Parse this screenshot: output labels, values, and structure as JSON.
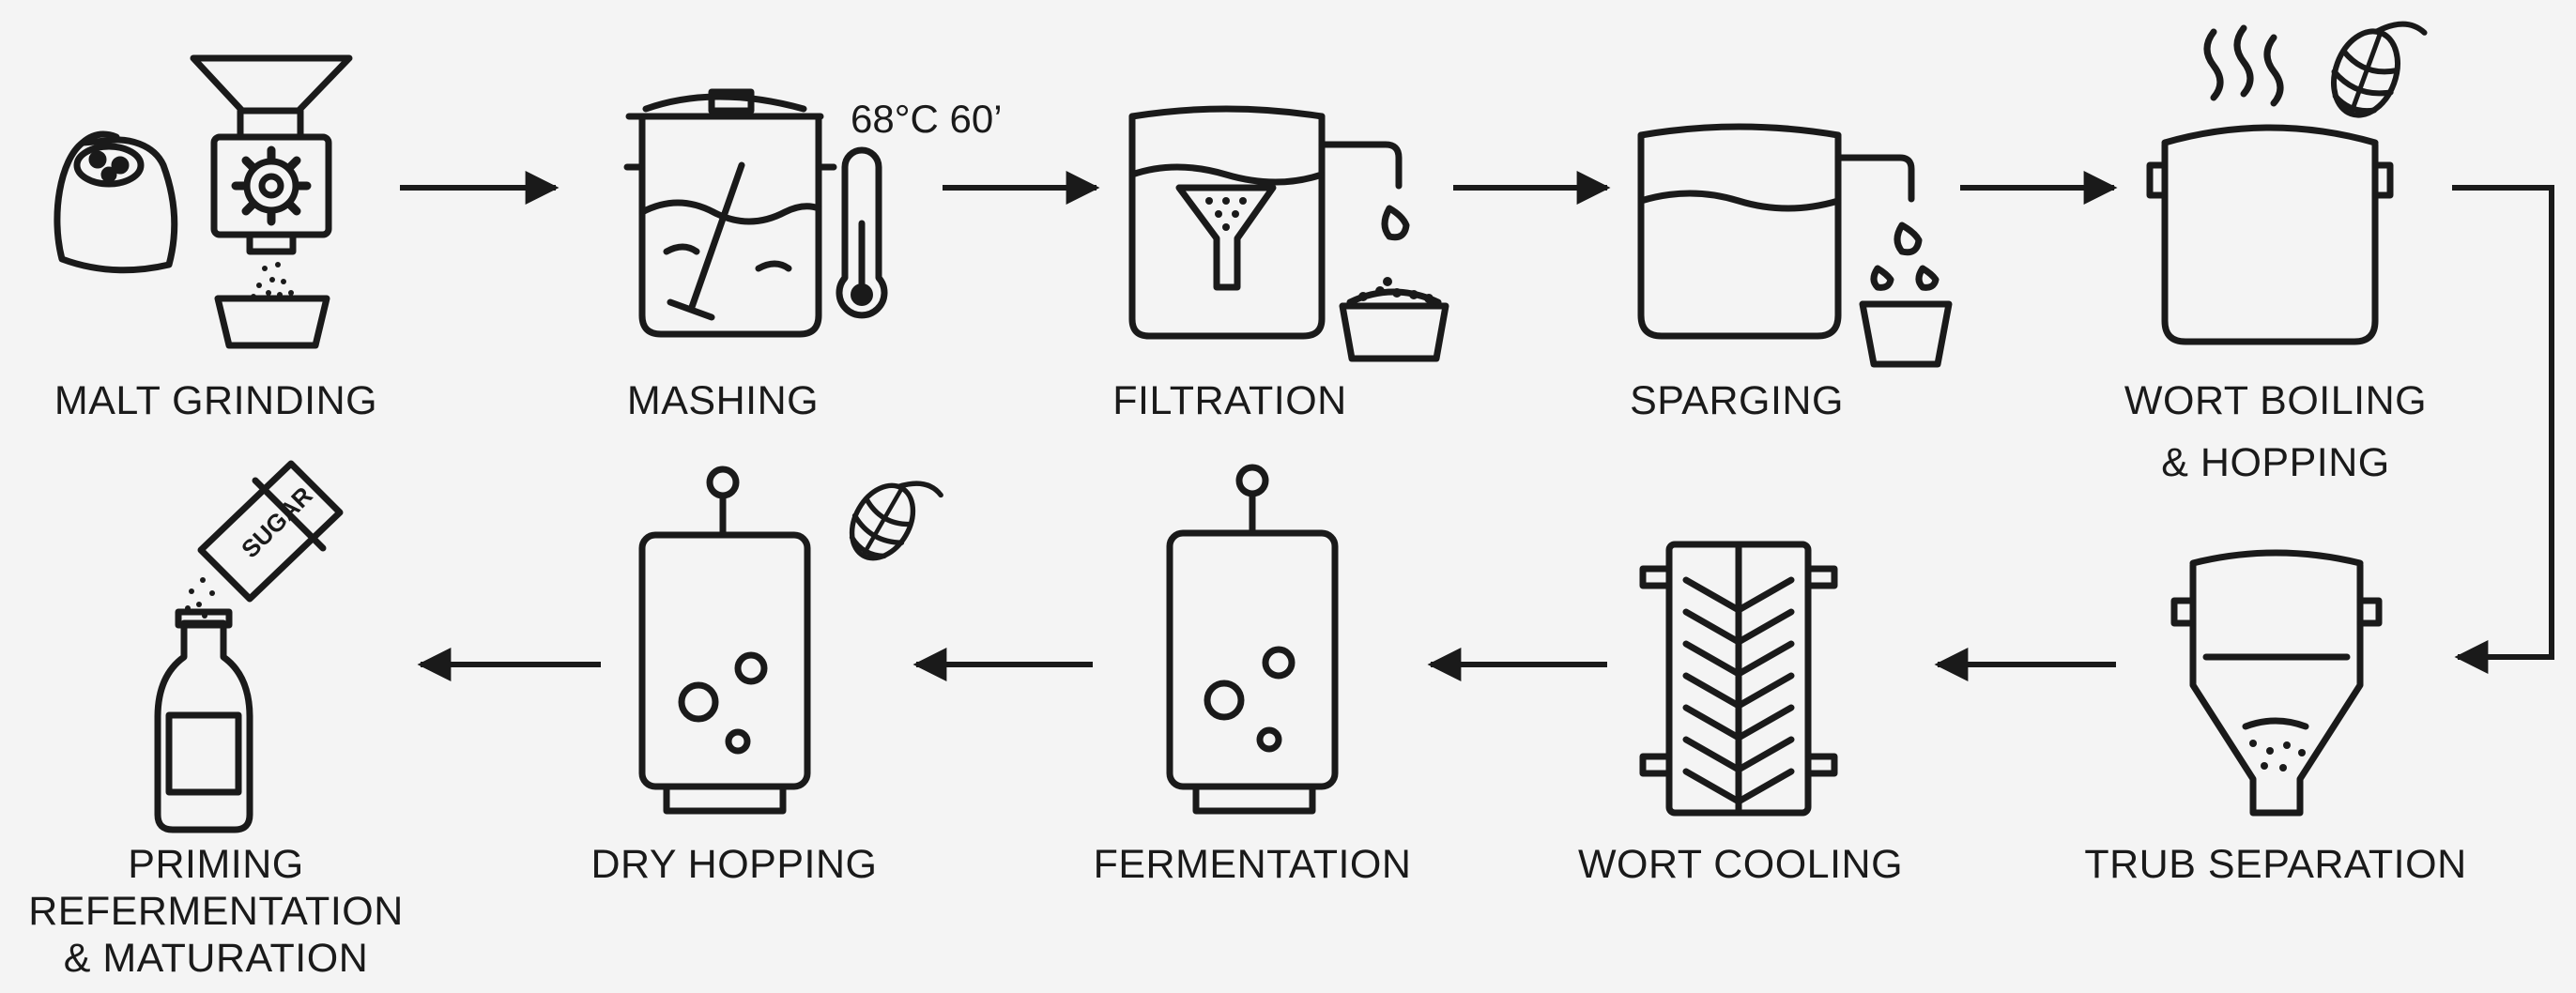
{
  "steps": [
    {
      "id": "malt-grinding",
      "label": "MALT GRINDING",
      "label_line2": ""
    },
    {
      "id": "mashing",
      "label": "MASHING",
      "label_line2": ""
    },
    {
      "id": "filtration",
      "label": "FILTRATION",
      "label_line2": ""
    },
    {
      "id": "sparging",
      "label": "SPARGING",
      "label_line2": ""
    },
    {
      "id": "wort-boiling",
      "label": "WORT BOILING",
      "label_line2": "& HOPPING"
    },
    {
      "id": "trub-separation",
      "label": "TRUB SEPARATION",
      "label_line2": ""
    },
    {
      "id": "wort-cooling",
      "label": "WORT COOLING",
      "label_line2": ""
    },
    {
      "id": "fermentation",
      "label": "FERMENTATION",
      "label_line2": ""
    },
    {
      "id": "dry-hopping",
      "label": "DRY HOPPING",
      "label_line2": ""
    },
    {
      "id": "priming",
      "label": "PRIMING",
      "label_line2": "REFERMENTATION",
      "label_line3": "& MATURATION"
    }
  ],
  "mashing_conditions": "68°C 60’",
  "sugar_pack_text": "SUGAR",
  "colors": {
    "ink": "#1a1a1a",
    "background": "#f4f4f4"
  }
}
